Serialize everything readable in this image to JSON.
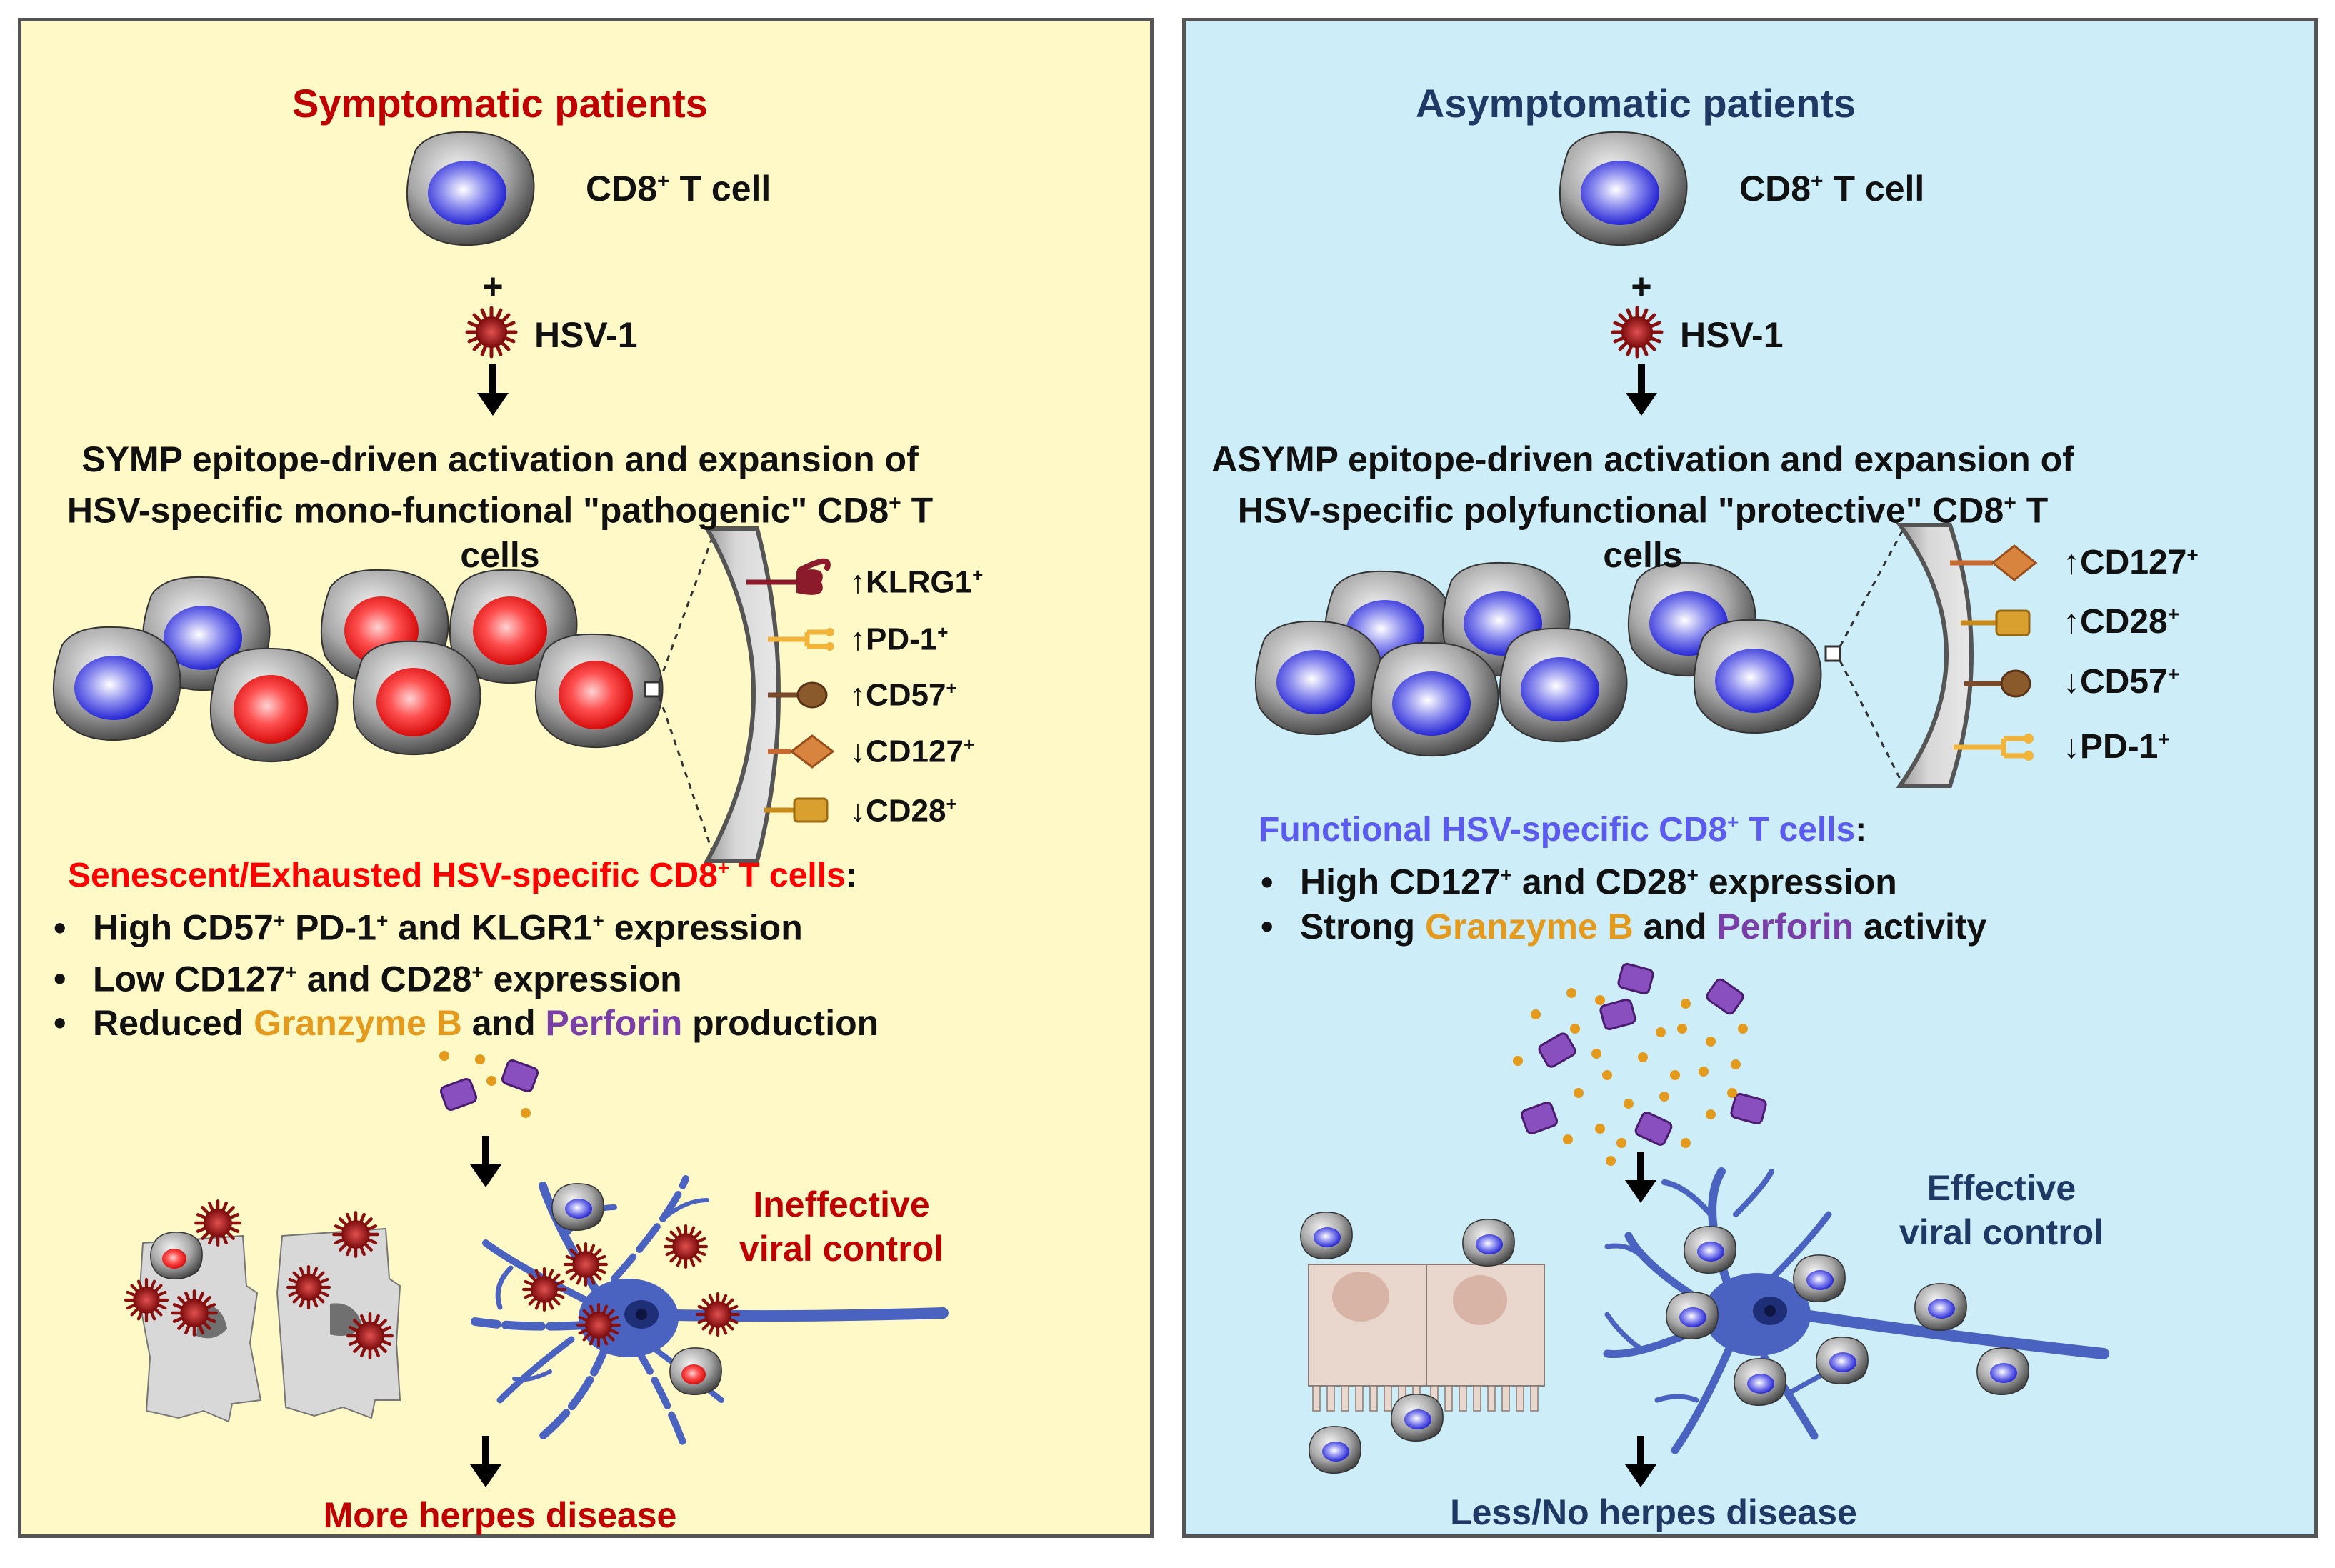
{
  "left": {
    "title": "Symptomatic patients",
    "cell_label": "CD8",
    "cell_label_sup": "+",
    "cell_label_tail": " T cell",
    "plus": "+",
    "virus_label": "HSV-1",
    "activation_line1": "SYMP epitope-driven activation and expansion of",
    "activation_line2": "HSV-specific mono-functional \"pathogenic\" CD8",
    "activation_line2_sup": "+",
    "activation_line2_tail": " T",
    "activation_line3": "cells",
    "markers": [
      {
        "arrow": "↑",
        "name": "KLRG1",
        "sup": "+"
      },
      {
        "arrow": "↑",
        "name": "PD-1",
        "sup": "+"
      },
      {
        "arrow": "↑",
        "name": "CD57",
        "sup": "+"
      },
      {
        "arrow": "↓",
        "name": "CD127",
        "sup": "+"
      },
      {
        "arrow": "↓",
        "name": "CD28",
        "sup": "+"
      }
    ],
    "summary_heading": "Senescent/Exhausted HSV-specific CD8",
    "summary_heading_sup": "+",
    "summary_heading_tail": " T cells",
    "summary_colon": ":",
    "bullet1_a": "High CD57",
    "bullet1_b": " PD-1",
    "bullet1_c": " and KLGR1",
    "bullet1_d": " expression",
    "bullet2_a": "Low CD127",
    "bullet2_b": " and CD28",
    "bullet2_c": " expression",
    "bullet3_a": "Reduced ",
    "bullet3_granzyme": "Granzyme B",
    "bullet3_and": " and ",
    "bullet3_perforin": "Perforin",
    "bullet3_tail": " production",
    "sup": "+",
    "control_line1": "Ineffective",
    "control_line2": "viral control",
    "outcome": "More herpes disease"
  },
  "right": {
    "title": "Asymptomatic patients",
    "cell_label": "CD8",
    "cell_label_sup": "+",
    "cell_label_tail": " T cell",
    "plus": "+",
    "virus_label": "HSV-1",
    "activation_line1": "ASYMP epitope-driven activation and expansion of",
    "activation_line2": "HSV-specific polyfunctional \"protective\" CD8",
    "activation_line2_sup": "+",
    "activation_line2_tail": " T",
    "activation_line3": "cells",
    "markers": [
      {
        "arrow": "↑",
        "name": "CD127",
        "sup": "+"
      },
      {
        "arrow": "↑",
        "name": "CD28",
        "sup": "+"
      },
      {
        "arrow": "↓",
        "name": "CD57",
        "sup": "+"
      },
      {
        "arrow": "↓",
        "name": "PD-1",
        "sup": "+"
      }
    ],
    "summary_heading": "Functional HSV-specific CD8",
    "summary_heading_sup": "+",
    "summary_heading_tail": " T cells",
    "summary_colon": ":",
    "bullet1_a": "High CD127",
    "bullet1_b": " and CD28",
    "bullet1_c": " expression",
    "bullet2_a": "Strong ",
    "bullet2_granzyme": "Granzyme B",
    "bullet2_and": " and ",
    "bullet2_perforin": "Perforin",
    "bullet2_tail": " activity",
    "sup": "+",
    "control_line1": "Effective",
    "control_line2": "viral control",
    "outcome": "Less/No herpes disease"
  },
  "colors": {
    "symptomatic_title": "#c00000",
    "asymptomatic_title": "#1f3864",
    "senescent_heading": "#ff0000",
    "functional_heading": "#5b5bf0",
    "granzyme": "#e39a1d",
    "perforin": "#7a3ea8",
    "effective_control": "#1f3864",
    "ineffective_control": "#c00000"
  }
}
